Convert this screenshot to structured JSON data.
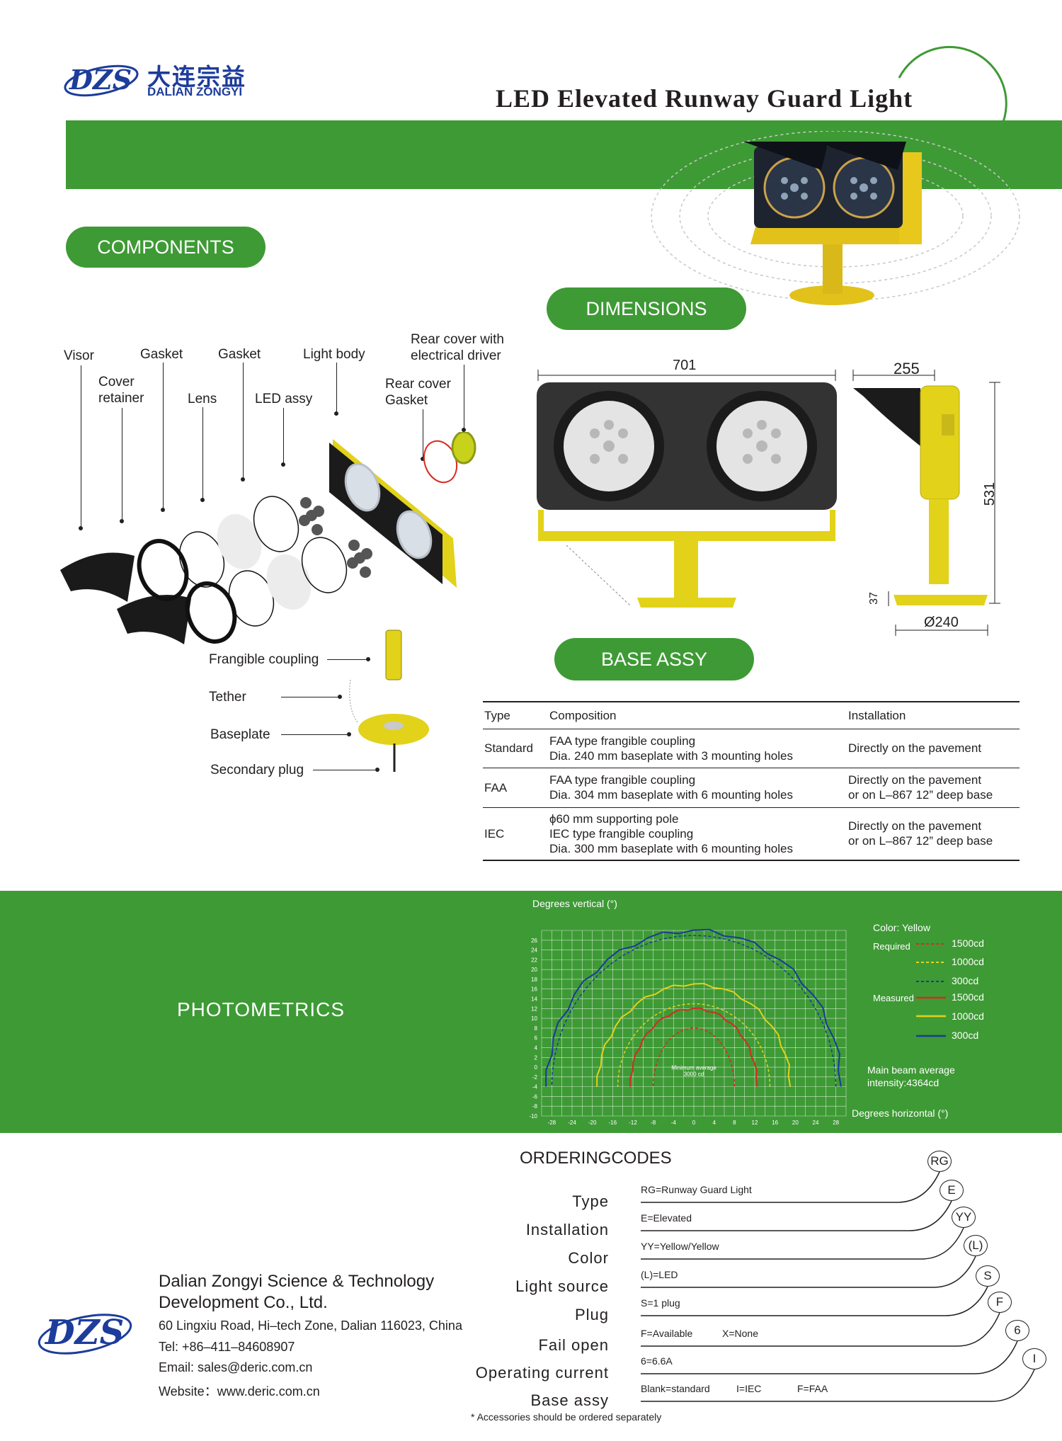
{
  "header": {
    "logo_dzs": "DZS",
    "brand_cn": "大连宗益",
    "brand_en": "DALIAN ZONGYI",
    "title": "LED Elevated Runway Guard Light"
  },
  "colors": {
    "green": "#3e9a35",
    "navy": "#1d3c9b",
    "yellow": "#e2d21a",
    "red": "#d82a20",
    "blue": "#1a3a9a"
  },
  "sections": {
    "components": "COMPONENTS",
    "dimensions": "DIMENSIONS",
    "base_assy": "BASE ASSY",
    "photometrics": "PHOTOMETRICS",
    "ordering": "ORDERINGCODES"
  },
  "components": {
    "visor": "Visor",
    "cover_retainer_1": "Cover",
    "cover_retainer_2": "retainer",
    "gasket_1": "Gasket",
    "lens": "Lens",
    "gasket_2": "Gasket",
    "led_assy": "LED assy",
    "light_body": "Light body",
    "rear_cover_1": "Rear cover with",
    "rear_cover_2": "electrical driver",
    "rear_gasket_1": "Rear cover",
    "rear_gasket_2": "Gasket",
    "frangible": "Frangible coupling",
    "tether": "Tether",
    "baseplate": "Baseplate",
    "secondary_plug": "Secondary plug"
  },
  "dimensions": {
    "width": "701",
    "depth": "255",
    "height": "531",
    "base_h": "37",
    "base_dia": "Ø240"
  },
  "base_table": {
    "headers": [
      "Type",
      "Composition",
      "Installation"
    ],
    "rows": [
      {
        "type": "Standard",
        "comp": [
          "FAA type frangible coupling",
          "Dia. 240 mm baseplate with 3 mounting holes"
        ],
        "inst": [
          "Directly on the pavement"
        ]
      },
      {
        "type": "FAA",
        "comp": [
          "FAA type frangible coupling",
          "Dia. 304 mm baseplate with 6 mounting holes"
        ],
        "inst": [
          "Directly on the pavement",
          "or on L–867 12” deep base"
        ]
      },
      {
        "type": "IEC",
        "comp": [
          "ϕ60 mm supporting pole",
          "IEC type frangible coupling",
          "Dia. 300 mm baseplate with 6 mounting holes"
        ],
        "inst": [
          "Directly on the pavement",
          "or on L–867 12” deep base"
        ]
      }
    ]
  },
  "chart_data": {
    "type": "line",
    "title": "",
    "xlabel": "Degrees horizontal (°)",
    "ylabel": "Degrees vertical (°)",
    "xlim": [
      -30,
      30
    ],
    "ylim": [
      -10,
      28
    ],
    "xticks": [
      "-28",
      "-24",
      "-20",
      "-16",
      "-12",
      "-8",
      "-4",
      "0",
      "4",
      "8",
      "12",
      "16",
      "20",
      "24",
      "28"
    ],
    "yticks": [
      "26",
      "24",
      "22",
      "20",
      "18",
      "16",
      "14",
      "12",
      "10",
      "8",
      "6",
      "4",
      "2",
      "0",
      "-2",
      "-4",
      "-6",
      "-8",
      "-10"
    ],
    "series": [
      {
        "name": "Required 1500cd",
        "style": "dashed",
        "color": "#d82a20",
        "cx": 0,
        "cy": -4,
        "rx": 8,
        "ry": 12
      },
      {
        "name": "Required 1000cd",
        "style": "dashed",
        "color": "#e2d21a",
        "cx": 0,
        "cy": -4,
        "rx": 15,
        "ry": 17
      },
      {
        "name": "Required 300cd",
        "style": "dashed",
        "color": "#1a3a9a",
        "cx": 0,
        "cy": -4,
        "rx": 28,
        "ry": 31
      },
      {
        "name": "Measured 1500cd",
        "style": "solid",
        "color": "#d82a20",
        "cx": 0,
        "cy": -4,
        "rx": 12.5,
        "ry": 16
      },
      {
        "name": "Measured 1000cd",
        "style": "solid",
        "color": "#e2d21a",
        "cx": 0,
        "cy": -4,
        "rx": 19,
        "ry": 21
      },
      {
        "name": "Measured 300cd",
        "style": "solid",
        "color": "#1a3a9a",
        "cx": 0,
        "cy": -4,
        "rx": 29,
        "ry": 32
      }
    ],
    "annotation_1": "Minimum average",
    "annotation_2": "3000 cd"
  },
  "legend": {
    "color_label": "Color: Yellow",
    "required": "Required",
    "measured": "Measured",
    "v1500": "1500cd",
    "v1000": "1000cd",
    "v300": "300cd",
    "beam_1": "Main beam average",
    "beam_2": "intensity:4364cd",
    "y_title": "Degrees vertical (°)",
    "x_title": "Degrees horizontal (°)"
  },
  "ordering": {
    "codes": [
      {
        "label": "Type",
        "desc": "RG=Runway Guard Light",
        "code": "RG"
      },
      {
        "label": "Installation",
        "desc": "E=Elevated",
        "code": "E"
      },
      {
        "label": "Color",
        "desc": "YY=Yellow/Yellow",
        "code": "YY"
      },
      {
        "label": "Light source",
        "desc": "(L)=LED",
        "code": "(L)"
      },
      {
        "label": "Plug",
        "desc": "S=1 plug",
        "code": "S"
      },
      {
        "label": "Fail open",
        "desc": "F=Available",
        "desc_b": "X=None",
        "code": "F"
      },
      {
        "label": "Operating current",
        "desc": "6=6.6A",
        "code": "6"
      },
      {
        "label": "Base assy",
        "desc": "Blank=standard",
        "desc_b": "I=IEC",
        "desc_c": "F=FAA",
        "code": "I"
      }
    ],
    "note": "*  Accessories should be ordered separately"
  },
  "company": {
    "name_1": "Dalian Zongyi Science & Technology",
    "name_2": "Development Co., Ltd.",
    "address": "60 Lingxiu Road, Hi–tech Zone, Dalian 116023, China",
    "tel": "Tel: +86–411–84608907",
    "email": "Email: sales@deric.com.cn",
    "website": "Website：www.deric.com.cn"
  }
}
